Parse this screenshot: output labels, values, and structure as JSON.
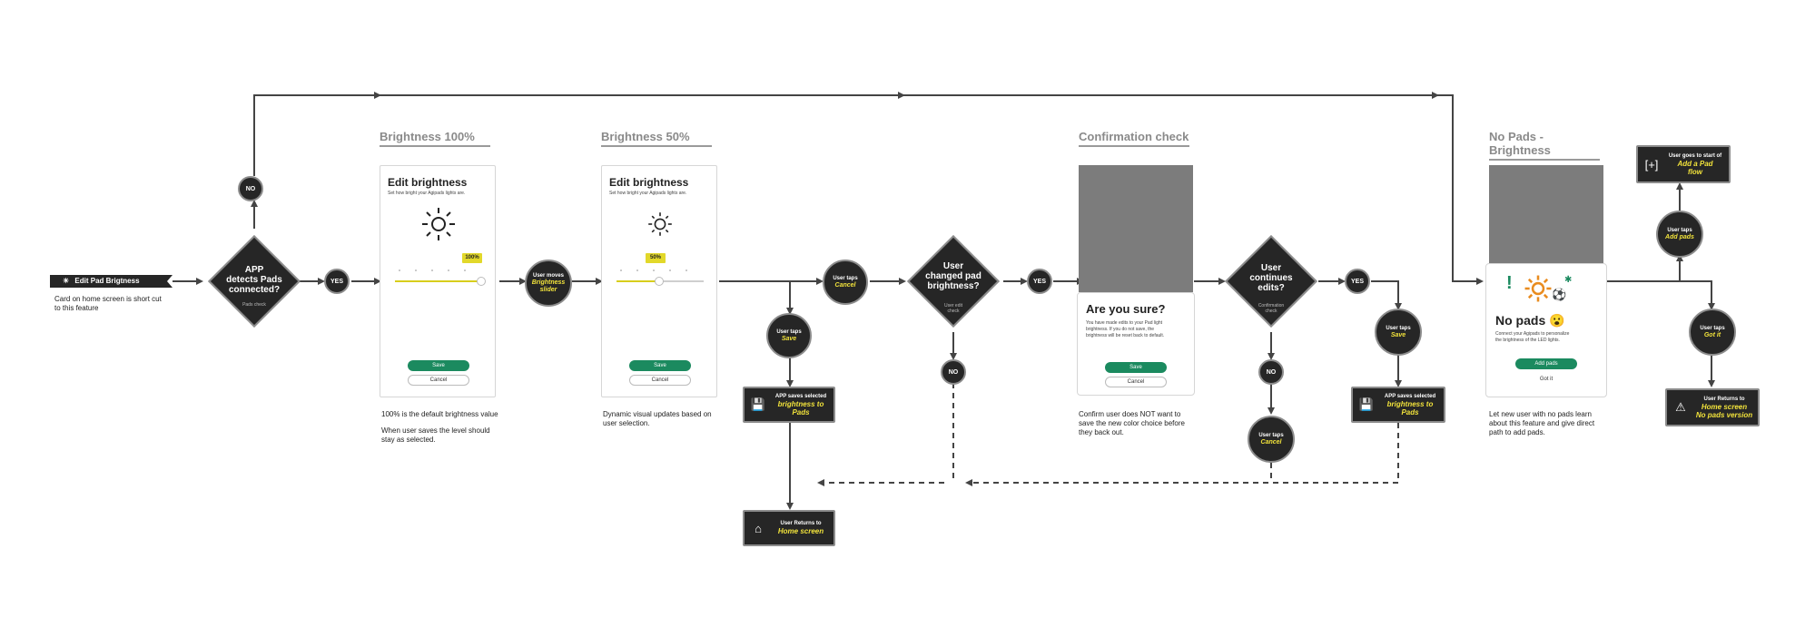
{
  "start": {
    "label": "Edit Pad Brigtness",
    "note": [
      "Card on home screen is short cut",
      "to this feature"
    ],
    "icon": "brightness-icon"
  },
  "decisions": {
    "pads_connected": {
      "lines": [
        "APP",
        "detects Pads",
        "connected?"
      ],
      "sub": "Pads check"
    },
    "changed_brightness": {
      "lines": [
        "User",
        "changed pad",
        "brightness?"
      ],
      "sub": [
        "User edit",
        "check"
      ]
    },
    "continues_edits": {
      "lines": [
        "User",
        "continues",
        "edits?"
      ],
      "sub": [
        "Confirmation",
        "check"
      ]
    }
  },
  "labels": {
    "yes": "YES",
    "no": "NO"
  },
  "sections": {
    "brightness100": "Brightness 100%",
    "brightness50": "Brightness 50%",
    "confirmation": "Confirmation check",
    "no_pads": "No Pads - Brightness"
  },
  "screen100": {
    "title": "Edit brightness",
    "subtitle": "Set how bright your Agipads lights are.",
    "level": "100%",
    "level_fraction": 1.0,
    "save": "Save",
    "cancel": "Cancel",
    "notes": [
      "100% is the default brightness value",
      "",
      "When user saves the level should",
      "stay as selected."
    ]
  },
  "screen50": {
    "title": "Edit brightness",
    "subtitle": "Set how bright your Agipads lights are.",
    "level": "50%",
    "level_fraction": 0.5,
    "save": "Save",
    "cancel": "Cancel",
    "notes": [
      "Dynamic visual updates based on",
      "user selection."
    ]
  },
  "confirm_screen": {
    "title": "Are you sure?",
    "body": [
      "You have made edits to your Pad light",
      "brightness. If you do not save, the",
      "brightness will be reset back to default."
    ],
    "save": "Save",
    "cancel": "Cancel",
    "notes": [
      "Confirm user does NOT want to",
      "save the new color choice before",
      "they back out."
    ]
  },
  "no_pads_screen": {
    "title": "No pads 😮",
    "body": [
      "Connect your Agipads to personalize",
      "the brightness of the LED lights."
    ],
    "add": "Add pads",
    "got_it": "Got it",
    "notes": [
      "Let new user with no pads learn",
      "about this feature and give direct",
      "path to add pads."
    ]
  },
  "user_actions": {
    "moves_slider": {
      "l1": "User moves",
      "l2": [
        "Brightness",
        "slider"
      ]
    },
    "taps_cancel_1": {
      "l1": "User taps",
      "l2": "Cancel"
    },
    "taps_save_1": {
      "l1": "User taps",
      "l2": "Save"
    },
    "taps_save_2": {
      "l1": "User taps",
      "l2": "Save"
    },
    "taps_cancel_2": {
      "l1": "User taps",
      "l2": "Cancel"
    },
    "taps_add_pads": {
      "l1": "User taps",
      "l2": "Add pads"
    },
    "taps_got_it": {
      "l1": "User taps",
      "l2": "Got it"
    }
  },
  "app_actions": {
    "saves_1": {
      "l1": "APP saves selected",
      "l2": [
        "brightness to",
        "Pads"
      ],
      "icon": "save-icon"
    },
    "saves_2": {
      "l1": "APP saves selected",
      "l2": [
        "brightness to",
        "Pads"
      ],
      "icon": "save-icon"
    },
    "return_home": {
      "l1": "User Returns to",
      "l2": [
        "Home screen"
      ],
      "icon": "home-icon"
    },
    "add_pad_flow": {
      "l1": "User goes to start of",
      "l2": [
        "Add a Pad",
        "flow"
      ],
      "icon": "add-box-icon"
    },
    "return_home_nopads": {
      "l1": "User Returns to",
      "l2": [
        "Home screen",
        "No pads version"
      ],
      "icon": "warning-icon"
    }
  },
  "colors": {
    "node_fill": "#262626",
    "node_border": "#8c8c8c",
    "accent_yellow": "#f2e33b",
    "save_green": "#1b8a5f",
    "connector": "#444444"
  }
}
